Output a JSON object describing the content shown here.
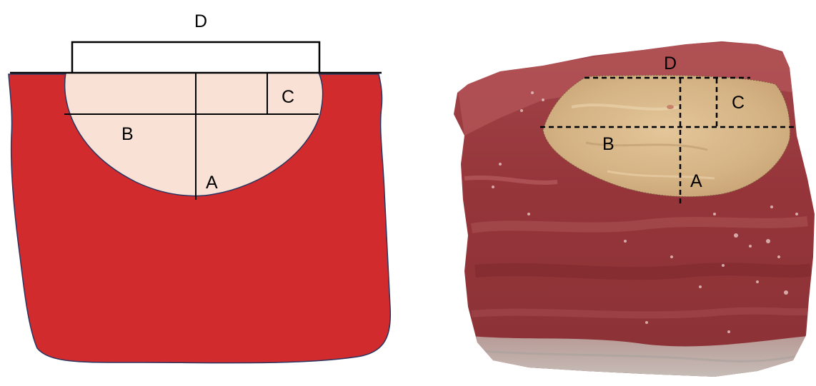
{
  "schematic": {
    "labels": {
      "A": "A",
      "B": "B",
      "C": "C",
      "D": "D"
    },
    "colors": {
      "tissue": "#d12b2e",
      "tissue_outline": "#2a3560",
      "lesion": "#f9e2d5",
      "lines": "#000000",
      "background": "#ffffff"
    }
  },
  "photo": {
    "labels": {
      "A": "A",
      "B": "B",
      "C": "C",
      "D": "D"
    },
    "colors": {
      "muscle": "#9e3a3c",
      "muscle_dark": "#7d2a30",
      "lesion": "#d9b98c",
      "fat": "#cfc8c2",
      "dashed_lines": "#000000"
    }
  }
}
